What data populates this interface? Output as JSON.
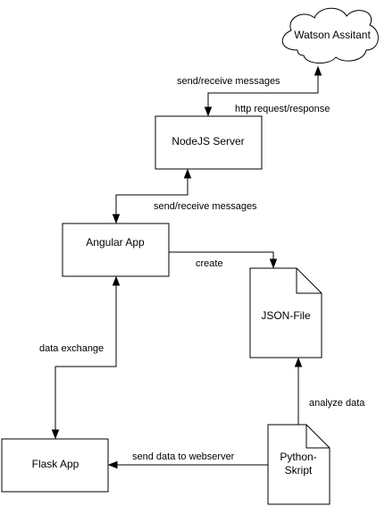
{
  "nodes": {
    "watson": {
      "label": "Watson Assitant"
    },
    "nodejs": {
      "label": "NodeJS Server"
    },
    "angular": {
      "label": "Angular App"
    },
    "json_file": {
      "label": "JSON-File"
    },
    "flask": {
      "label": "Flask App"
    },
    "python": {
      "line1": "Python-",
      "line2": "Skript"
    }
  },
  "edges": {
    "watson_nodejs_top": "send/receive messages",
    "watson_nodejs_bottom": "http request/response",
    "nodejs_angular": "send/receive messages",
    "angular_json": "create",
    "angular_flask": "data exchange",
    "python_json": "analyze data",
    "python_flask": "send data to webserver"
  }
}
